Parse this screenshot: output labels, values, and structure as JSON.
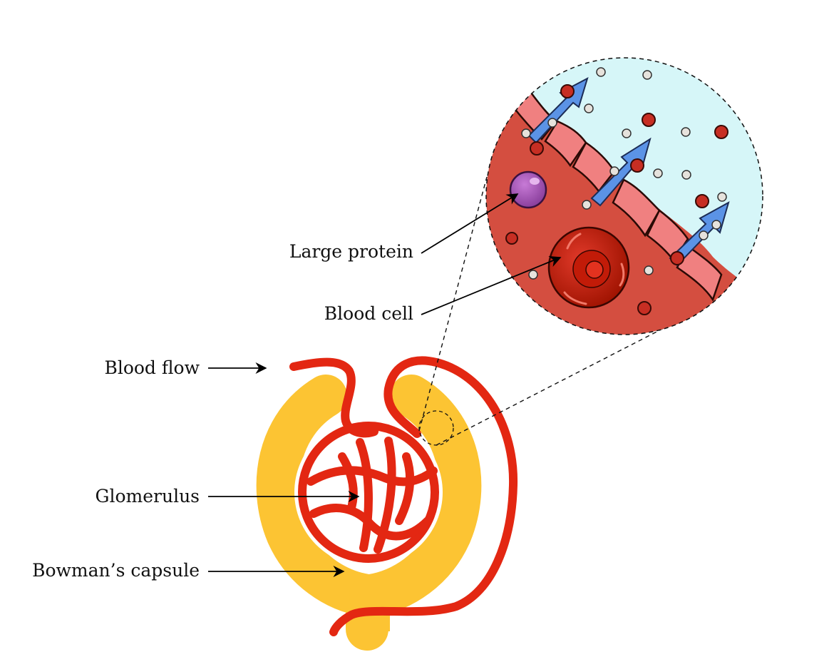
{
  "labels": {
    "large_protein": "Large protein",
    "blood_cell": "Blood cell",
    "blood_flow": "Blood flow",
    "glomerulus": "Glomerulus",
    "bowmans_capsule": "Bowman’s capsule"
  },
  "icons": [
    "large-protein-icon",
    "blood-cell-icon",
    "filtration-arrow-icon",
    "small-molecule-icon"
  ],
  "colors": {
    "capillary": "#e32712",
    "capsule": "#fcc433",
    "tissue": "#d44e40",
    "filtrate": "#d6f6f8",
    "epithelium": "#f08080",
    "protein": "#a65ab8",
    "blood_cell": "#b01200",
    "filtration_arrow": "#5b93e6",
    "small_molecule_red": "#c72e23",
    "small_molecule_white": "#e6e2dc"
  }
}
